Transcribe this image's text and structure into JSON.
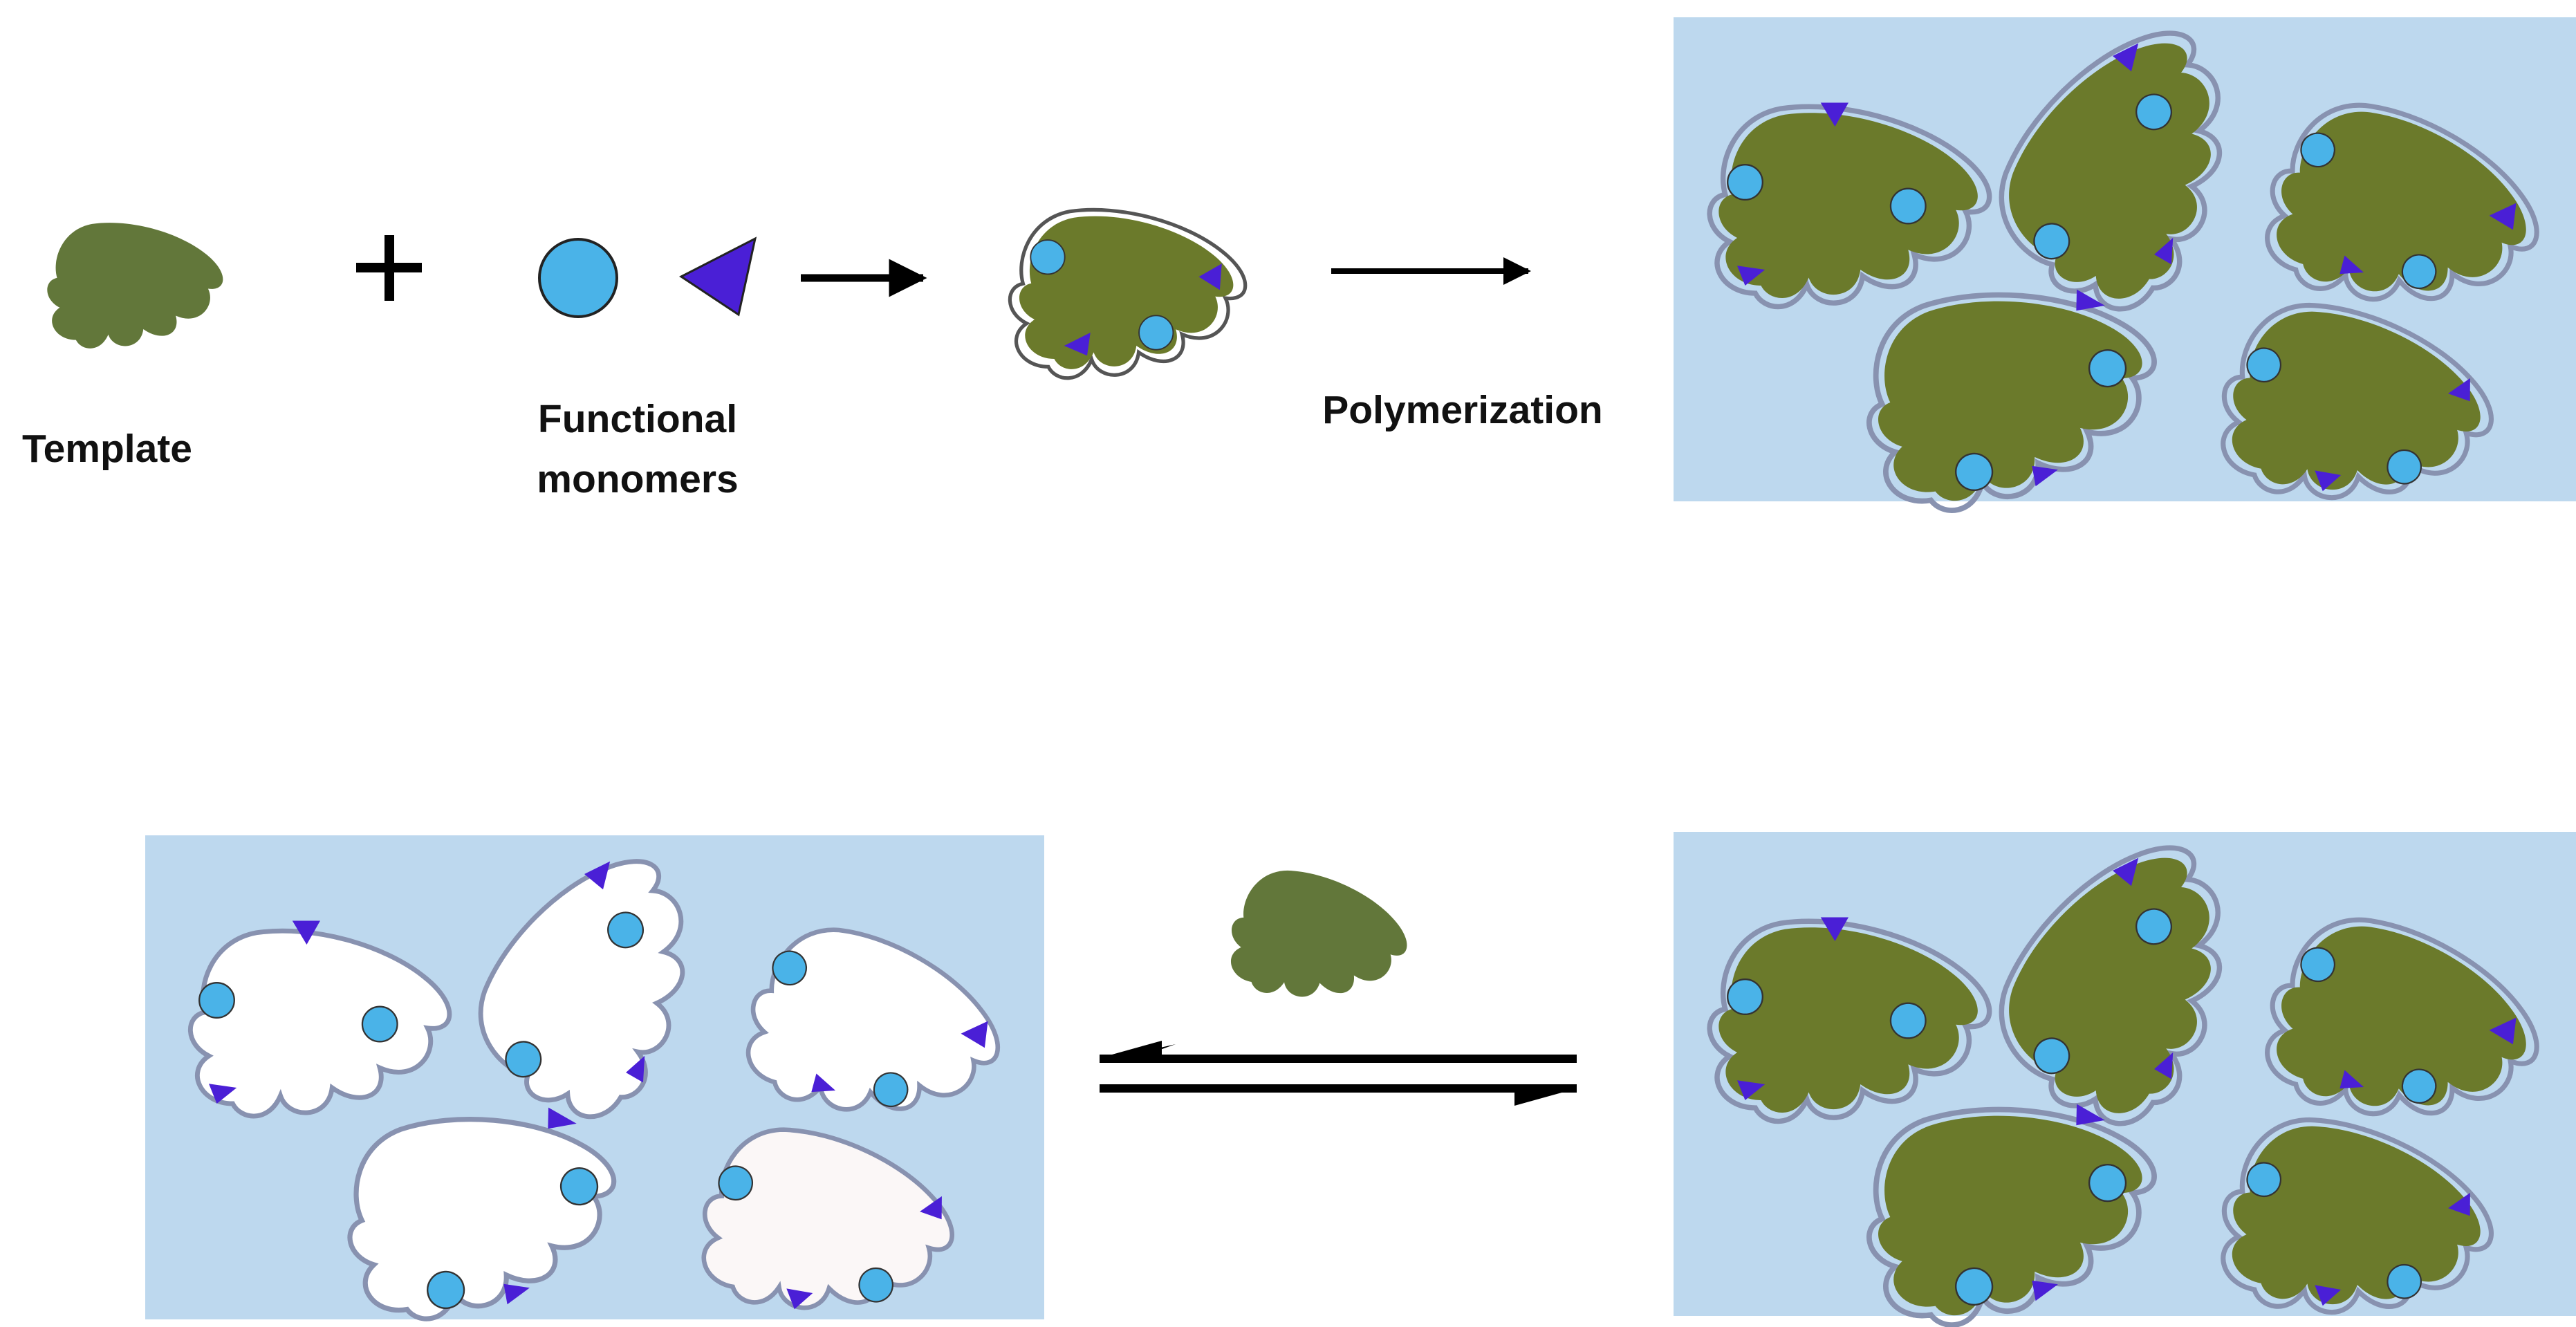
{
  "labels": {
    "template": "Template",
    "monomers_line1": "Functional",
    "monomers_line2": "monomers",
    "polymerization": "Polymerization"
  },
  "colors": {
    "template": "#6b7a2b",
    "template_loose": "#62773a",
    "monomer_circle": "#4ab3e8",
    "monomer_triangle": "#4a1fd6",
    "matrix_background": "#bdd8ee",
    "cavity_outline": "#8892b0",
    "arrow": "#000000"
  },
  "icons": {
    "plus": "plus-icon",
    "arrow": "right-arrow-icon",
    "equilibrium": "equilibrium-arrows-icon"
  }
}
